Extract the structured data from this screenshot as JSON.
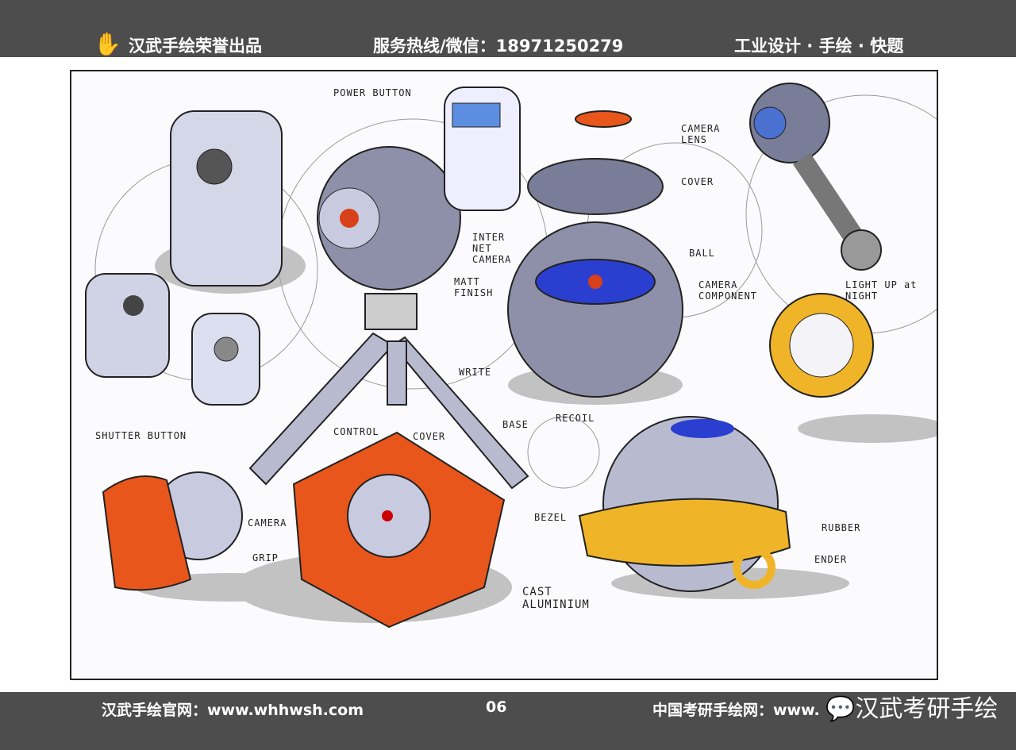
{
  "header": {
    "brand": "汉武手绘荣誉出品",
    "hotline": "服务热线/微信：18971250279",
    "topic": "工业设计 · 手绘 · 快题"
  },
  "footer": {
    "website": "汉武手绘官网：www.whhwsh.com",
    "page_number": "06",
    "site2": "中国考研手绘网：www.",
    "watermark": "汉武考研手绘"
  },
  "annotations": [
    "POWER BUTTON",
    "CAMERA LENS",
    "COVER",
    "BALL",
    "CAMERA COMPONENT",
    "INTER NET CAMERA",
    "MATT FINISH",
    "WRITE",
    "BASE",
    "RECOIL",
    "LIGHT UP at NIGHT",
    "SHUTTER BUTTON",
    "CONTROL",
    "COVER",
    "BEZEL",
    "CAMERA",
    "GRIP",
    "RUBBER",
    "ENDER",
    "CAST ALUMINIUM"
  ],
  "colors": {
    "bar": "#4d4d4d",
    "accent_orange": "#e8561c",
    "accent_yellow": "#f0b429",
    "blue": "#2a3fd0"
  }
}
